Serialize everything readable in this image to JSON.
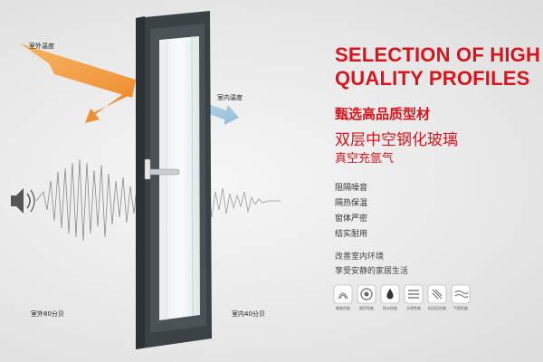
{
  "heading": {
    "line1": "SELECTION OF HIGH",
    "line2": "QUALITY PROFILES"
  },
  "subheading": {
    "bold": "甄选高品质型材",
    "large": "双层中空钢化玻璃",
    "medium": "真空充氩气"
  },
  "features": [
    "阻隔噪音",
    "隔热保温",
    "窗体严密",
    "结实耐用"
  ],
  "tagline": [
    "改善室内环境",
    "享受安静的家居生活"
  ],
  "diagram_labels": {
    "outdoor_temp": "室外温度",
    "indoor_temp": "室内温度",
    "outdoor_db": "室外80分贝",
    "indoor_db": "室内40分贝"
  },
  "icons": [
    {
      "name": "fingerprint-icon",
      "caption": "精准性能"
    },
    {
      "name": "sound-insulation-icon",
      "caption": "隔声性能"
    },
    {
      "name": "water-drop-icon",
      "caption": "防水性能"
    },
    {
      "name": "rain-icon",
      "caption": "水密性能"
    },
    {
      "name": "wind-icon",
      "caption": "抗风压性能"
    },
    {
      "name": "air-icon",
      "caption": "气密性能"
    }
  ],
  "colors": {
    "accent": "#d8141c",
    "frame": "#3b4246",
    "heat_arrow": "#f4a046",
    "cool_arrow": "#9fc4dd"
  }
}
